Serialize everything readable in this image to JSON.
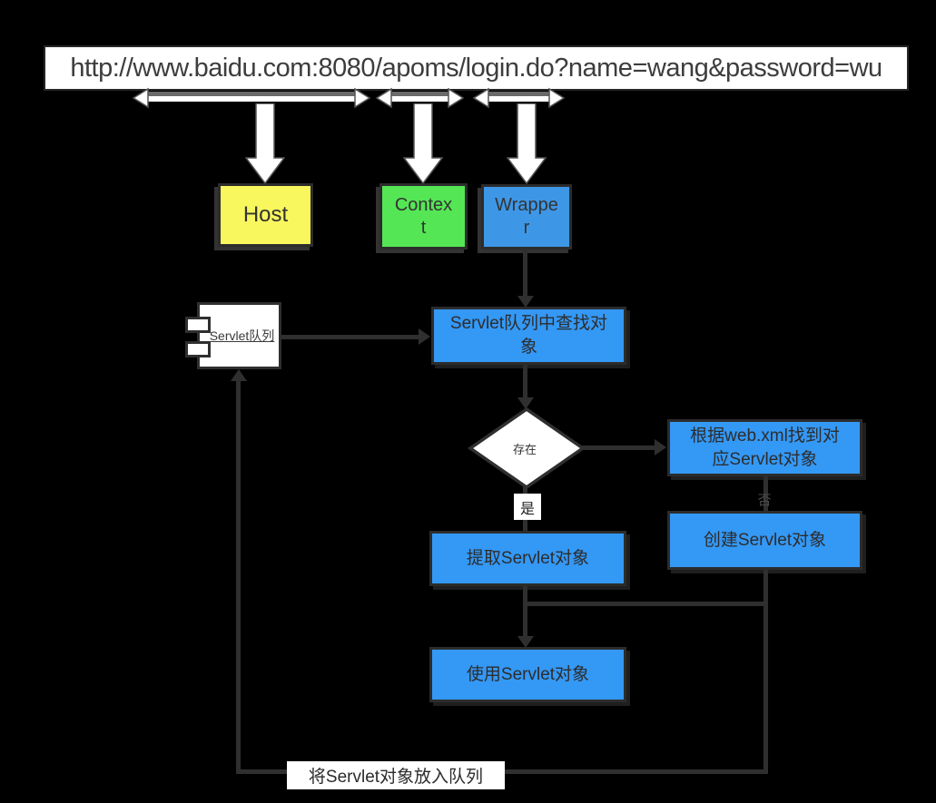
{
  "url_bar": {
    "text": "http://www.baidu.com:8080/apoms/login.do?name=wang&password=wu"
  },
  "top_nodes": {
    "host": {
      "label": "Host",
      "fill": "#f8f75e"
    },
    "context": {
      "label": "Context",
      "fill": "#55e655"
    },
    "wrapper": {
      "label": "Wrapper",
      "fill": "#3e97e6"
    }
  },
  "flow_nodes": {
    "servlet_queue_component": {
      "label": "Servlet队列"
    },
    "search_in_queue": {
      "label": "Servlet队列中查找对象"
    },
    "exists_decision": {
      "label": "存在"
    },
    "find_in_webxml": {
      "label": "根据web.xml找到对应Servlet对象"
    },
    "create_servlet": {
      "label": "创建Servlet对象"
    },
    "extract_servlet": {
      "label": "提取Servlet对象"
    },
    "use_servlet": {
      "label": "使用Servlet对象"
    }
  },
  "edge_labels": {
    "yes": "是",
    "no": "否",
    "put_into_queue": "将Servlet对象放入队列"
  },
  "colors": {
    "host_fill": "#f8f75e",
    "context_fill": "#55e655",
    "wrapper_fill": "#3e97e6",
    "process_fill": "#3498f5",
    "edge": "#2f2f2f",
    "text_dark": "#333333",
    "background": "#000000"
  }
}
